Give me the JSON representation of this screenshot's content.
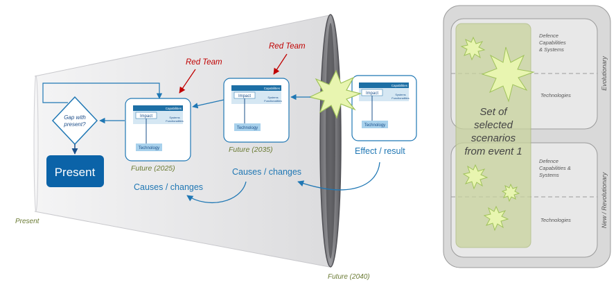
{
  "colors": {
    "blue": "#1f77b4",
    "dark_blue": "#0b63a8",
    "red": "#c00000",
    "olive": "#6a7a33",
    "burst": "#e8f5b0",
    "burst_stroke": "#9fc25a",
    "cone": "#e4e4e6",
    "panel": "#d9d9d9",
    "panel_band": "#c5d09a"
  },
  "cone": {
    "left_label": "Present",
    "right_label": "Future (2040)"
  },
  "flow": {
    "present_label": "Present",
    "gap_label": "Gap with present?",
    "red_team_1": "Red Team",
    "red_team_2": "Red Team",
    "future_2025": "Future (2025)",
    "future_2035": "Future (2035)",
    "effect_label": "Effect / result",
    "causes_1": "Causes / changes",
    "causes_2": "Causes / changes"
  },
  "mini_card": {
    "capabilities": "Capabilities",
    "impact": "Impact",
    "systems": "Systems",
    "functionalities": "Functionalities",
    "technology": "Technology"
  },
  "panel": {
    "top_row_1": "Defence Capabilities & Systems",
    "top_row_2": "Technologies",
    "bottom_row_1": "Defence Capabilities & Systems",
    "bottom_row_2": "Technologies",
    "top_side": "Evolutionary",
    "bottom_side": "New / Revolutionary",
    "scenario_text": "Set of selected scenarios from event 1"
  }
}
